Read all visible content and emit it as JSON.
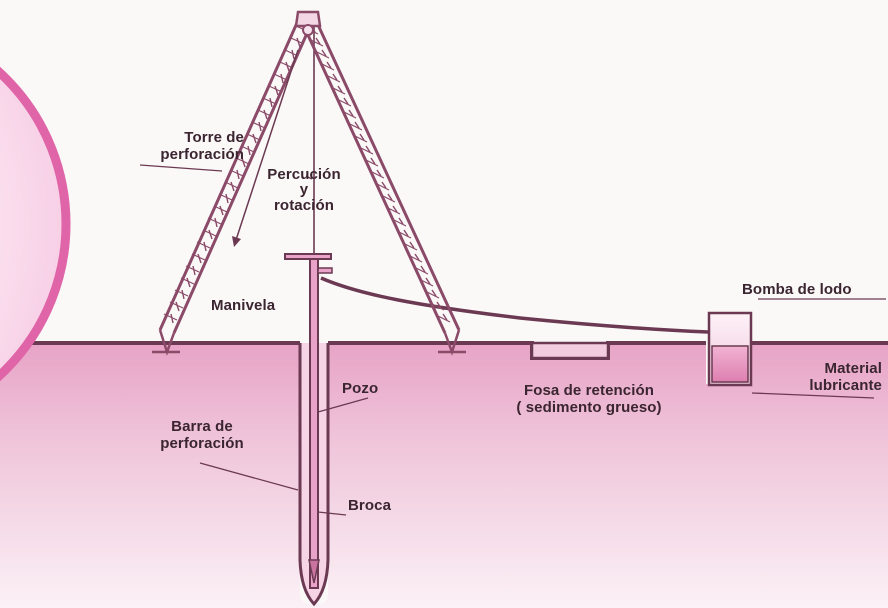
{
  "diagram": {
    "labels": {
      "torre": [
        "Torre de",
        "perforación"
      ],
      "percucion": [
        "Percución",
        "y",
        "rotación"
      ],
      "manivela": "Manivela",
      "pozo": "Pozo",
      "barra": [
        "Barra de",
        "perforación"
      ],
      "broca": "Broca",
      "fosa": [
        "Fosa de retención",
        "( sedimento grueso)"
      ],
      "bomba": "Bomba de lodo",
      "material": [
        "Material",
        "lubricante"
      ]
    },
    "colors": {
      "ground": "#e8a8c8",
      "ground_dark": "#c97aa3",
      "outline": "#6b3a52",
      "tower": "#8a4a68",
      "tab": "#e064a8",
      "text": "#3a2530"
    }
  }
}
